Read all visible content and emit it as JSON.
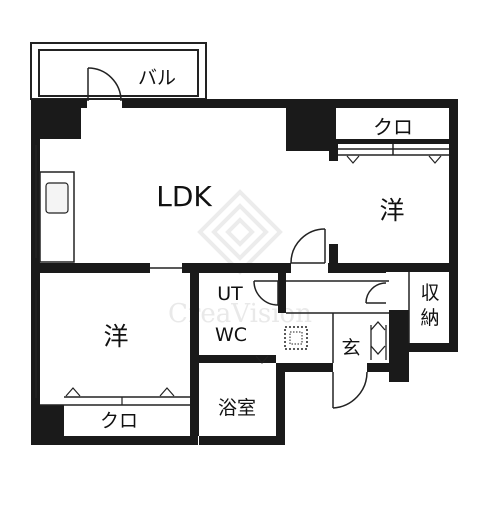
{
  "rooms": {
    "balcony": "バル",
    "ldk": "LDK",
    "closet_top": "クロ",
    "western_right": "洋",
    "western_left": "洋",
    "closet_bottom": "クロ",
    "utility": "UT",
    "toilet": "WC",
    "bath": "浴室",
    "entrance": "玄",
    "storage_line1": "収",
    "storage_line2": "納"
  },
  "watermark": {
    "text": "CreaVision"
  },
  "colors": {
    "wall": "#1a1a1a",
    "line": "#222222",
    "fixture": "#f4f4f4",
    "watermark": "#e9e9e9",
    "background": "#ffffff"
  }
}
